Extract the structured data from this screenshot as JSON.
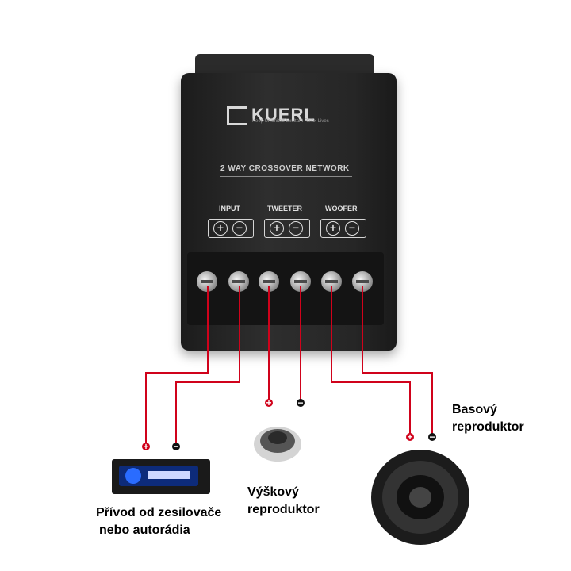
{
  "device": {
    "brand": "KUERL",
    "tagline": "Keep Unlimited Exultant Relax Lives",
    "title": "2 WAY CROSSOVER NETWORK",
    "groups": [
      {
        "label": "INPUT"
      },
      {
        "label": "TWEETER"
      },
      {
        "label": "WOOFER"
      }
    ]
  },
  "labels": {
    "source_line1": "Přívod od zesilovače",
    "source_line2": "nebo autorádia",
    "tweeter_line1": "Výškový",
    "tweeter_line2": "reproduktor",
    "woofer_line1": "Basový",
    "woofer_line2": "reproduktor"
  },
  "colors": {
    "positive_wire": "#d0021b",
    "negative_wire": "#d0021b",
    "device_body": "#262626"
  }
}
